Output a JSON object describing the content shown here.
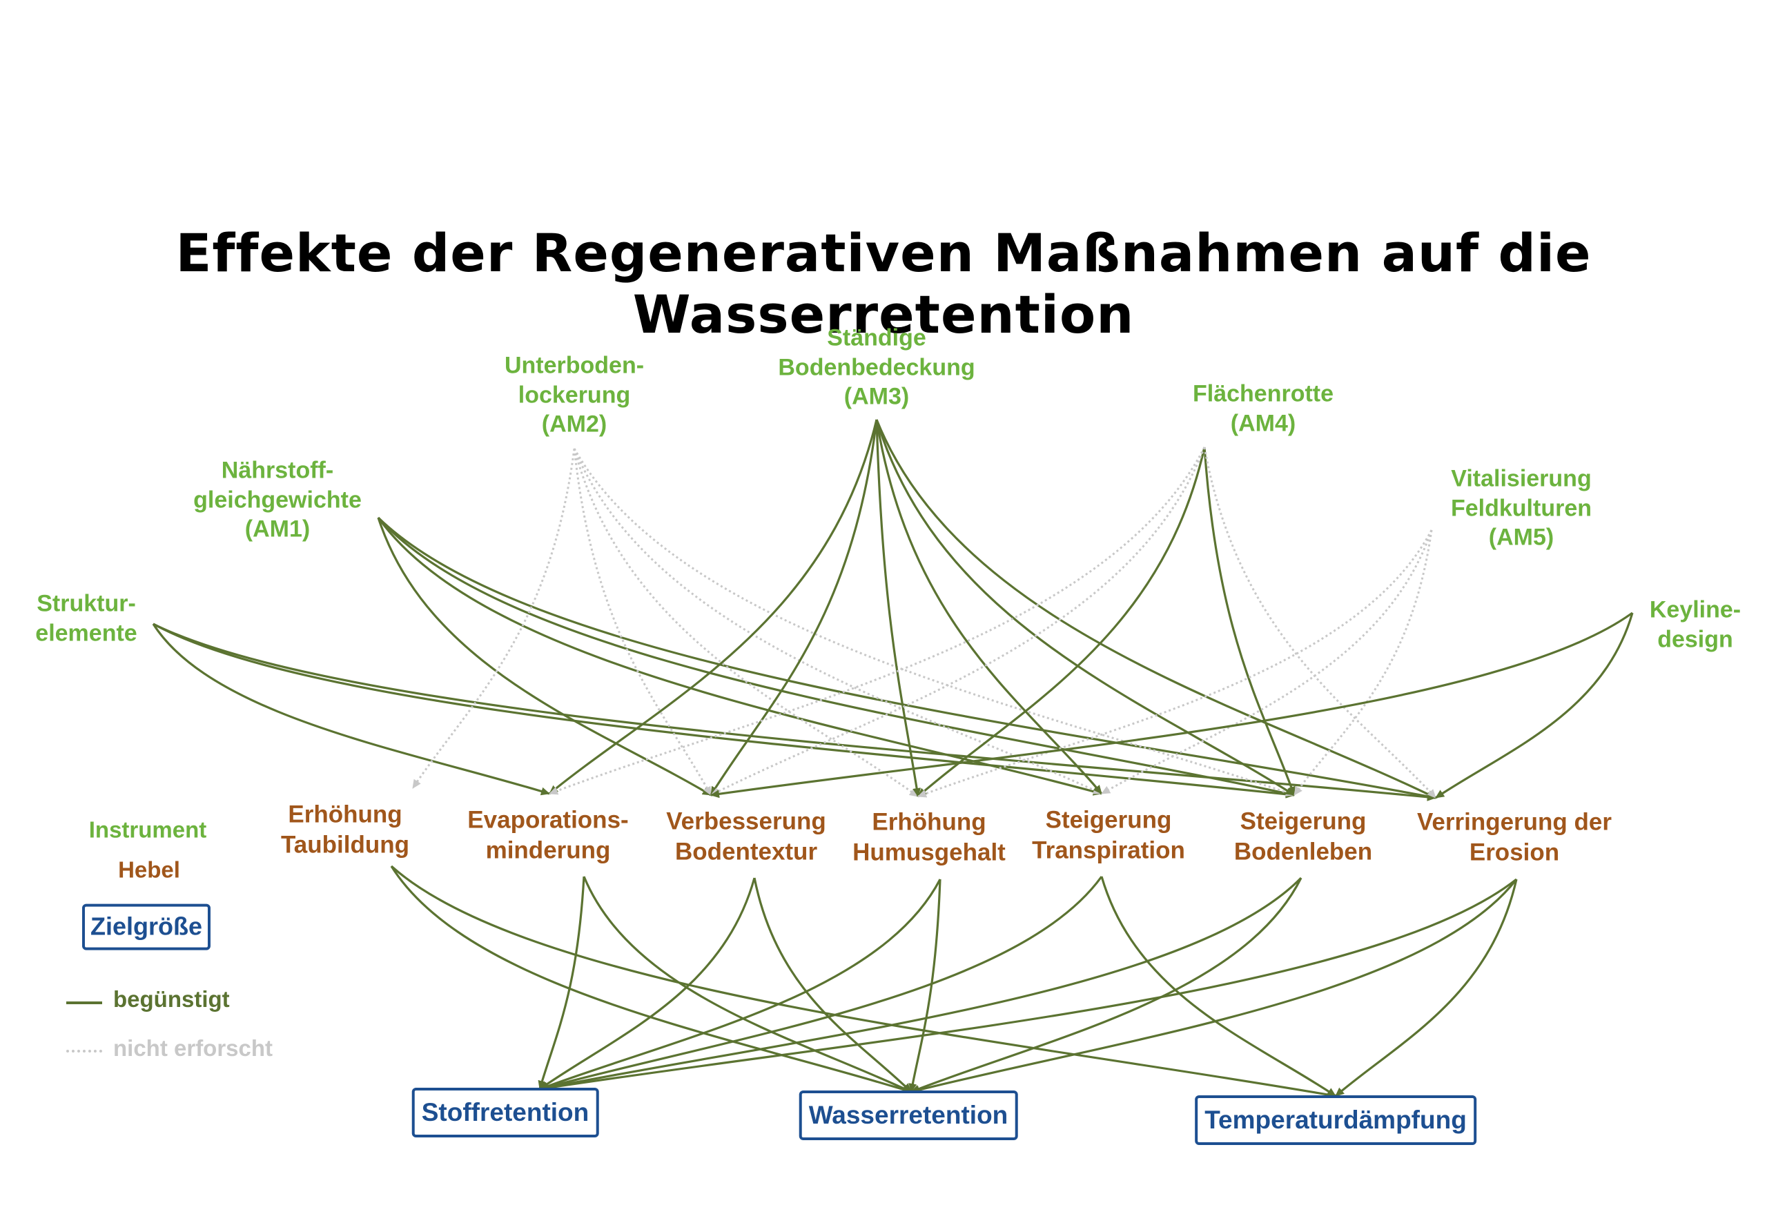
{
  "title": "Effekte der Regenerativen Maßnahmen auf die Wasserretention",
  "colors": {
    "instrument": "#6cb33e",
    "lever": "#a0561b",
    "target": "#1d4f91",
    "edge_positive": "#5b7331",
    "edge_unresearched": "#c8c8c8"
  },
  "instruments": [
    {
      "id": "strukturelemente",
      "lines": [
        "Struktur-",
        "elemente"
      ]
    },
    {
      "id": "am1",
      "lines": [
        "Nährstoff-",
        "gleichgewichte",
        "(AM1)"
      ]
    },
    {
      "id": "am2",
      "lines": [
        "Unterboden-",
        "lockerung",
        "(AM2)"
      ]
    },
    {
      "id": "am3",
      "lines": [
        "Ständige",
        "Bodenbedeckung",
        "(AM3)"
      ]
    },
    {
      "id": "am4",
      "lines": [
        "Flächenrotte",
        "(AM4)"
      ]
    },
    {
      "id": "am5",
      "lines": [
        "Vitalisierung",
        "Feldkulturen",
        "(AM5)"
      ]
    },
    {
      "id": "keyline",
      "lines": [
        "Keyline-",
        "design"
      ]
    }
  ],
  "levers": [
    {
      "id": "taubildung",
      "lines": [
        "Erhöhung",
        "Taubildung"
      ]
    },
    {
      "id": "evaporation",
      "lines": [
        "Evaporations-",
        "minderung"
      ]
    },
    {
      "id": "bodentextur",
      "lines": [
        "Verbesserung",
        "Bodentextur"
      ]
    },
    {
      "id": "humus",
      "lines": [
        "Erhöhung",
        "Humusgehalt"
      ]
    },
    {
      "id": "transpiration",
      "lines": [
        "Steigerung",
        "Transpiration"
      ]
    },
    {
      "id": "bodenleben",
      "lines": [
        "Steigerung",
        "Bodenleben"
      ]
    },
    {
      "id": "erosion",
      "lines": [
        "Verringerung der",
        "Erosion"
      ]
    }
  ],
  "targets": [
    {
      "id": "stoff",
      "label": "Stoffretention"
    },
    {
      "id": "wasser",
      "label": "Wasserretention"
    },
    {
      "id": "temp",
      "label": "Temperaturdämpfung"
    }
  ],
  "legend": {
    "instrument": "Instrument",
    "lever": "Hebel",
    "target": "Zielgröße",
    "positive": "begünstigt",
    "unresearched": "nicht erforscht"
  },
  "edges": [
    {
      "from": "strukturelemente",
      "to": "evaporation",
      "type": "positive"
    },
    {
      "from": "strukturelemente",
      "to": "bodenleben",
      "type": "positive"
    },
    {
      "from": "strukturelemente",
      "to": "erosion",
      "type": "positive"
    },
    {
      "from": "am1",
      "to": "bodentextur",
      "type": "positive"
    },
    {
      "from": "am1",
      "to": "transpiration",
      "type": "positive"
    },
    {
      "from": "am1",
      "to": "bodenleben",
      "type": "positive"
    },
    {
      "from": "am1",
      "to": "erosion",
      "type": "positive"
    },
    {
      "from": "am2",
      "to": "taubildung",
      "type": "unresearched"
    },
    {
      "from": "am2",
      "to": "bodentextur",
      "type": "unresearched"
    },
    {
      "from": "am2",
      "to": "humus",
      "type": "unresearched"
    },
    {
      "from": "am2",
      "to": "transpiration",
      "type": "unresearched"
    },
    {
      "from": "am2",
      "to": "bodenleben",
      "type": "unresearched"
    },
    {
      "from": "am3",
      "to": "evaporation",
      "type": "positive"
    },
    {
      "from": "am3",
      "to": "bodentextur",
      "type": "positive"
    },
    {
      "from": "am3",
      "to": "humus",
      "type": "positive"
    },
    {
      "from": "am3",
      "to": "transpiration",
      "type": "positive"
    },
    {
      "from": "am3",
      "to": "bodenleben",
      "type": "positive"
    },
    {
      "from": "am3",
      "to": "erosion",
      "type": "positive"
    },
    {
      "from": "am4",
      "to": "humus",
      "type": "positive"
    },
    {
      "from": "am4",
      "to": "bodenleben",
      "type": "positive"
    },
    {
      "from": "am4",
      "to": "evaporation",
      "type": "unresearched"
    },
    {
      "from": "am4",
      "to": "bodentextur",
      "type": "unresearched"
    },
    {
      "from": "am4",
      "to": "erosion",
      "type": "unresearched"
    },
    {
      "from": "am5",
      "to": "humus",
      "type": "unresearched"
    },
    {
      "from": "am5",
      "to": "transpiration",
      "type": "unresearched"
    },
    {
      "from": "am5",
      "to": "bodenleben",
      "type": "unresearched"
    },
    {
      "from": "keyline",
      "to": "bodentextur",
      "type": "positive"
    },
    {
      "from": "keyline",
      "to": "erosion",
      "type": "positive"
    },
    {
      "from": "taubildung",
      "to": "wasser",
      "type": "positive"
    },
    {
      "from": "taubildung",
      "to": "temp",
      "type": "positive"
    },
    {
      "from": "evaporation",
      "to": "stoff",
      "type": "positive"
    },
    {
      "from": "evaporation",
      "to": "wasser",
      "type": "positive"
    },
    {
      "from": "bodentextur",
      "to": "stoff",
      "type": "positive"
    },
    {
      "from": "bodentextur",
      "to": "wasser",
      "type": "positive"
    },
    {
      "from": "humus",
      "to": "stoff",
      "type": "positive"
    },
    {
      "from": "humus",
      "to": "wasser",
      "type": "positive"
    },
    {
      "from": "transpiration",
      "to": "stoff",
      "type": "positive"
    },
    {
      "from": "transpiration",
      "to": "temp",
      "type": "positive"
    },
    {
      "from": "bodenleben",
      "to": "stoff",
      "type": "positive"
    },
    {
      "from": "bodenleben",
      "to": "wasser",
      "type": "positive"
    },
    {
      "from": "erosion",
      "to": "stoff",
      "type": "positive"
    },
    {
      "from": "erosion",
      "to": "wasser",
      "type": "positive"
    },
    {
      "from": "erosion",
      "to": "temp",
      "type": "positive"
    }
  ]
}
